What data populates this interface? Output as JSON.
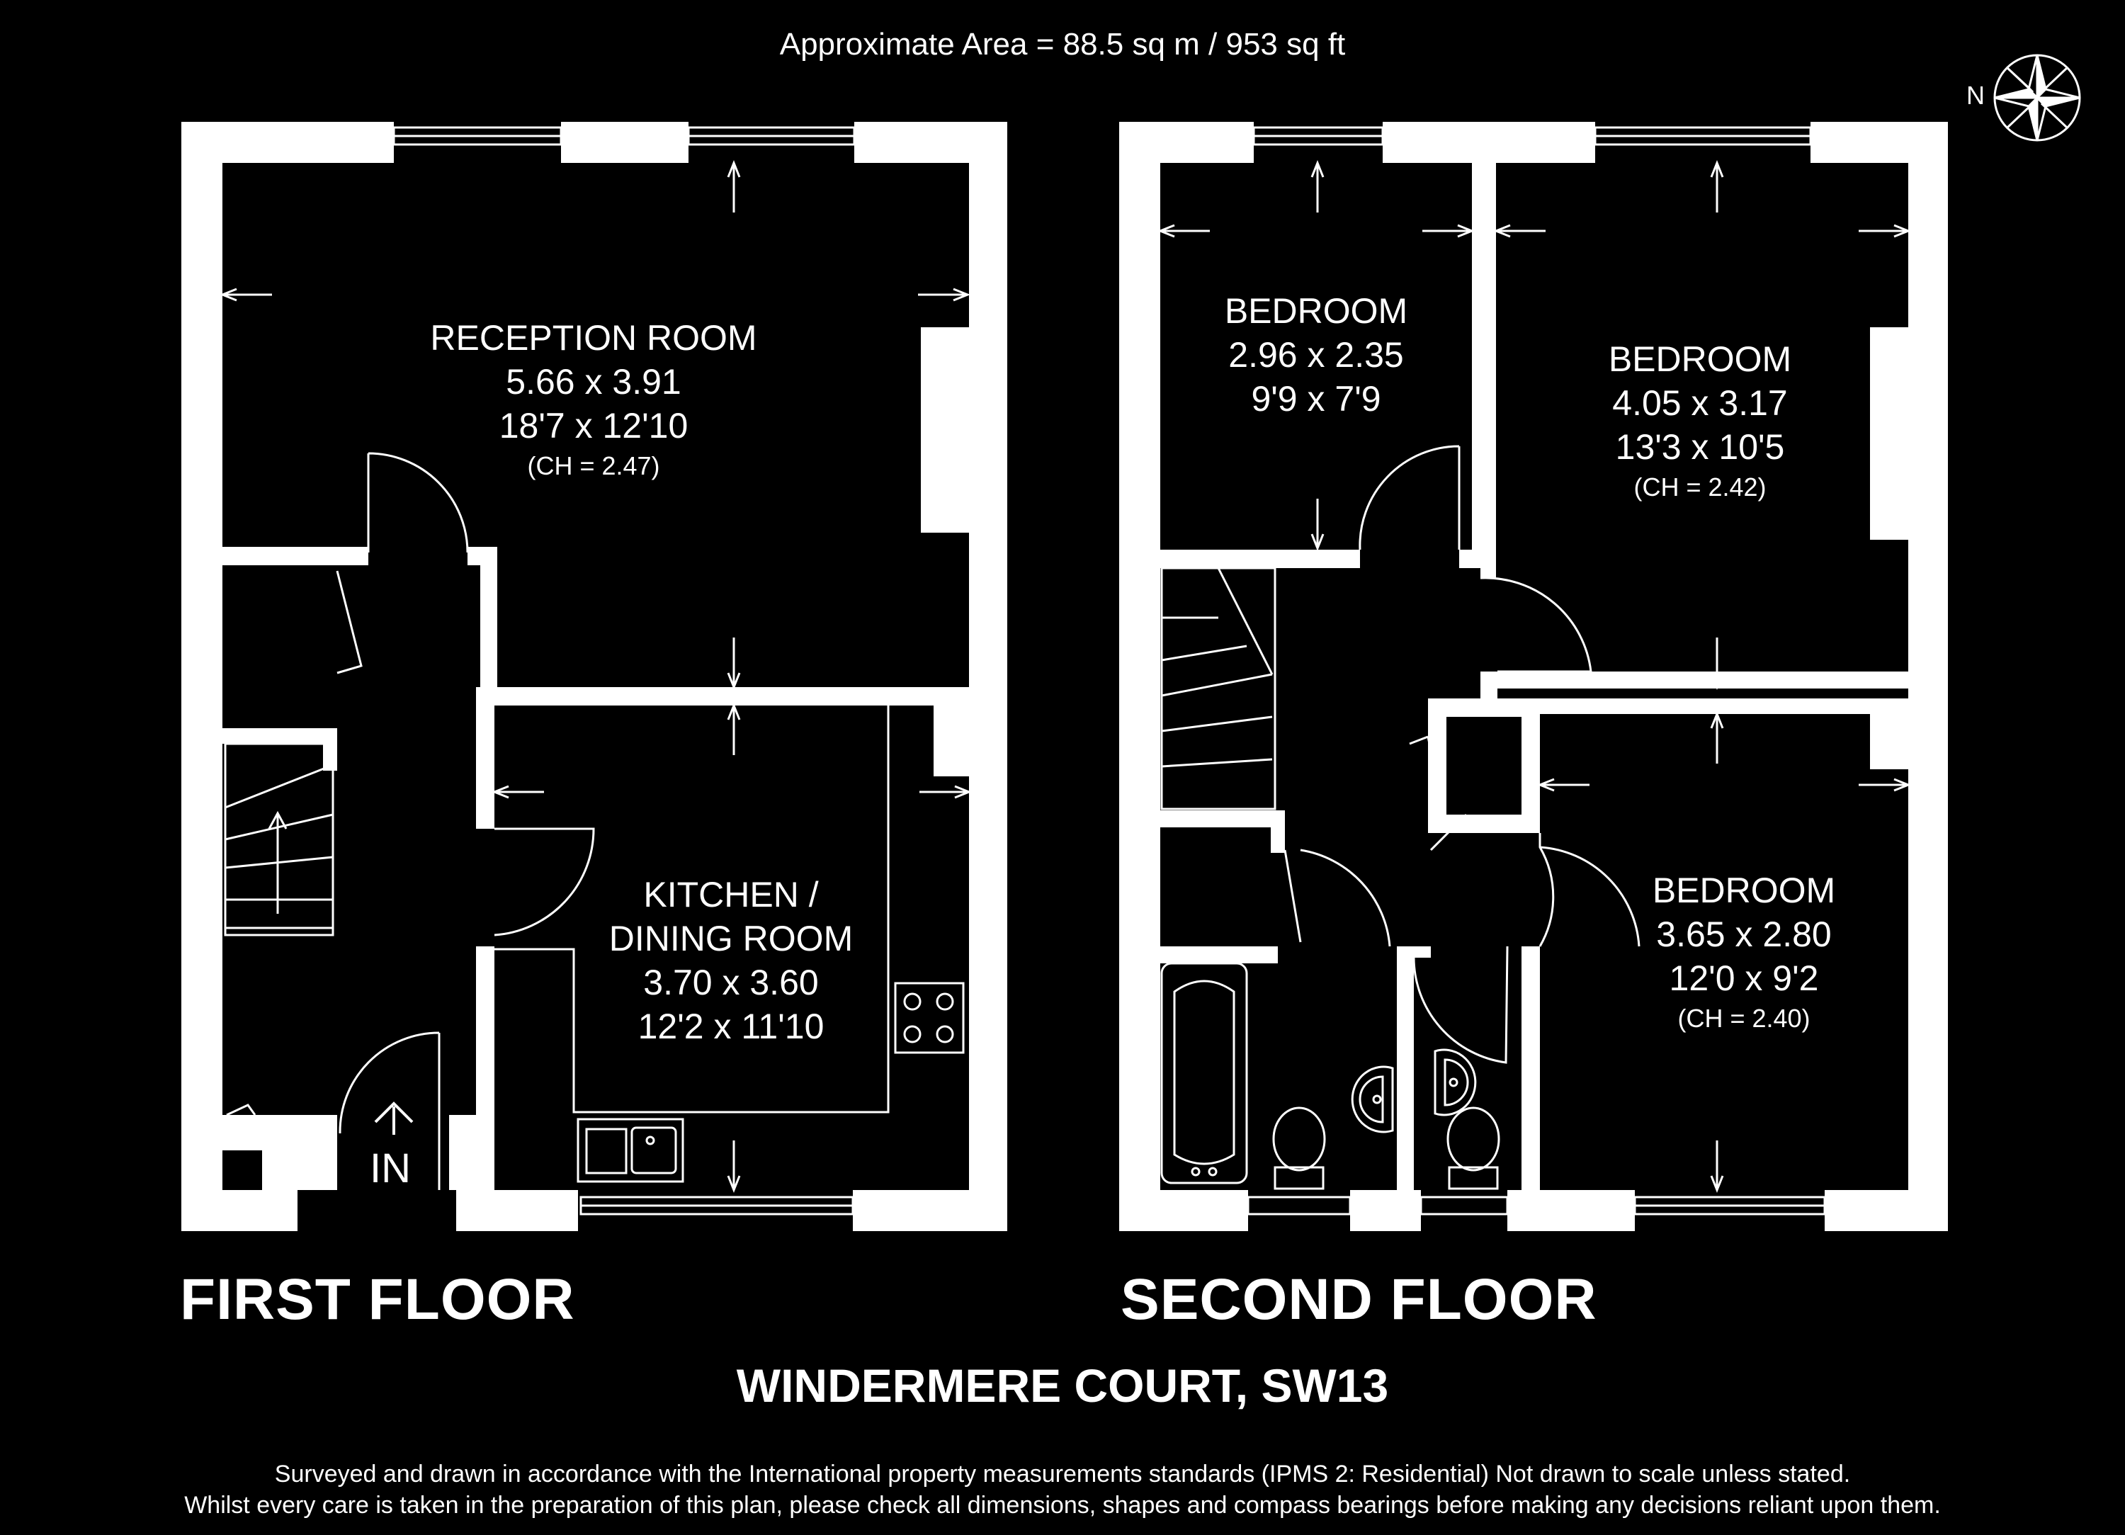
{
  "header": {
    "area_text": "Approximate Area = 88.5 sq m / 953 sq ft",
    "compass_label": "N"
  },
  "floors": [
    {
      "label": "FIRST FLOOR",
      "entrance_label": "IN",
      "rooms": [
        {
          "name": "RECEPTION ROOM",
          "metric": "5.66 x 3.91",
          "imperial": "18'7 x 12'10",
          "ceiling": "(CH = 2.47)"
        },
        {
          "name": "KITCHEN /",
          "name2": "DINING ROOM",
          "metric": "3.70 x 3.60",
          "imperial": "12'2 x 11'10"
        }
      ]
    },
    {
      "label": "SECOND FLOOR",
      "rooms": [
        {
          "name": "BEDROOM",
          "metric": "2.96 x 2.35",
          "imperial": "9'9 x 7'9"
        },
        {
          "name": "BEDROOM",
          "metric": "4.05 x 3.17",
          "imperial": "13'3 x 10'5",
          "ceiling": "(CH = 2.42)"
        },
        {
          "name": "BEDROOM",
          "metric": "3.65 x 2.80",
          "imperial": "12'0 x 9'2",
          "ceiling": "(CH = 2.40)"
        }
      ]
    }
  ],
  "footer": {
    "address": "WINDERMERE COURT, SW13",
    "disclaimer_line1": "Surveyed and drawn in accordance with the International property measurements standards (IPMS 2: Residential) Not drawn to scale unless stated.",
    "disclaimer_line2": "Whilst every care is taken in the preparation of this plan, please check all dimensions, shapes and compass bearings before making any decisions reliant upon them."
  },
  "colors": {
    "background": "#000000",
    "walls": "#ffffff",
    "lines": "#ffffff"
  }
}
